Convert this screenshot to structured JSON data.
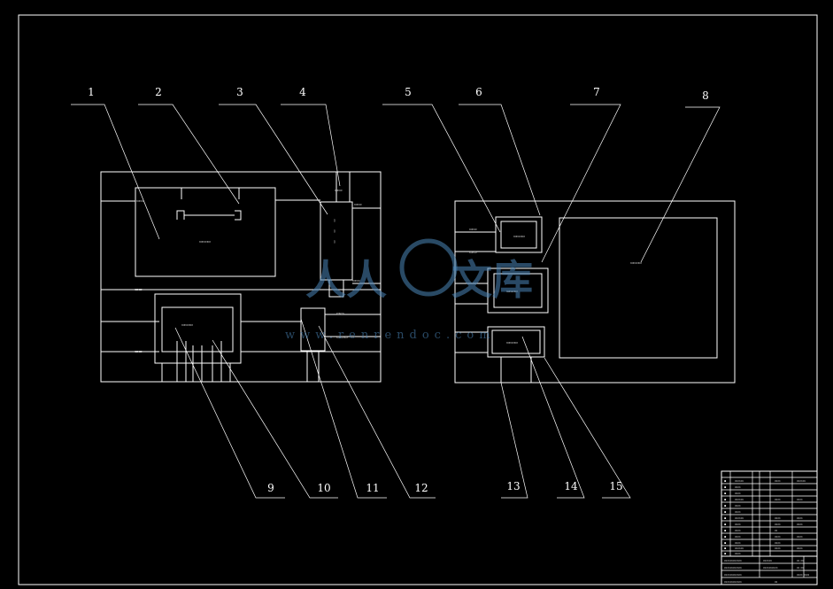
{
  "drawing": {
    "callouts": [
      "1",
      "2",
      "3",
      "4",
      "5",
      "6",
      "7",
      "8",
      "9",
      "10",
      "11",
      "12",
      "13",
      "14",
      "15"
    ],
    "watermark_url": "www.renrendoc.com"
  }
}
